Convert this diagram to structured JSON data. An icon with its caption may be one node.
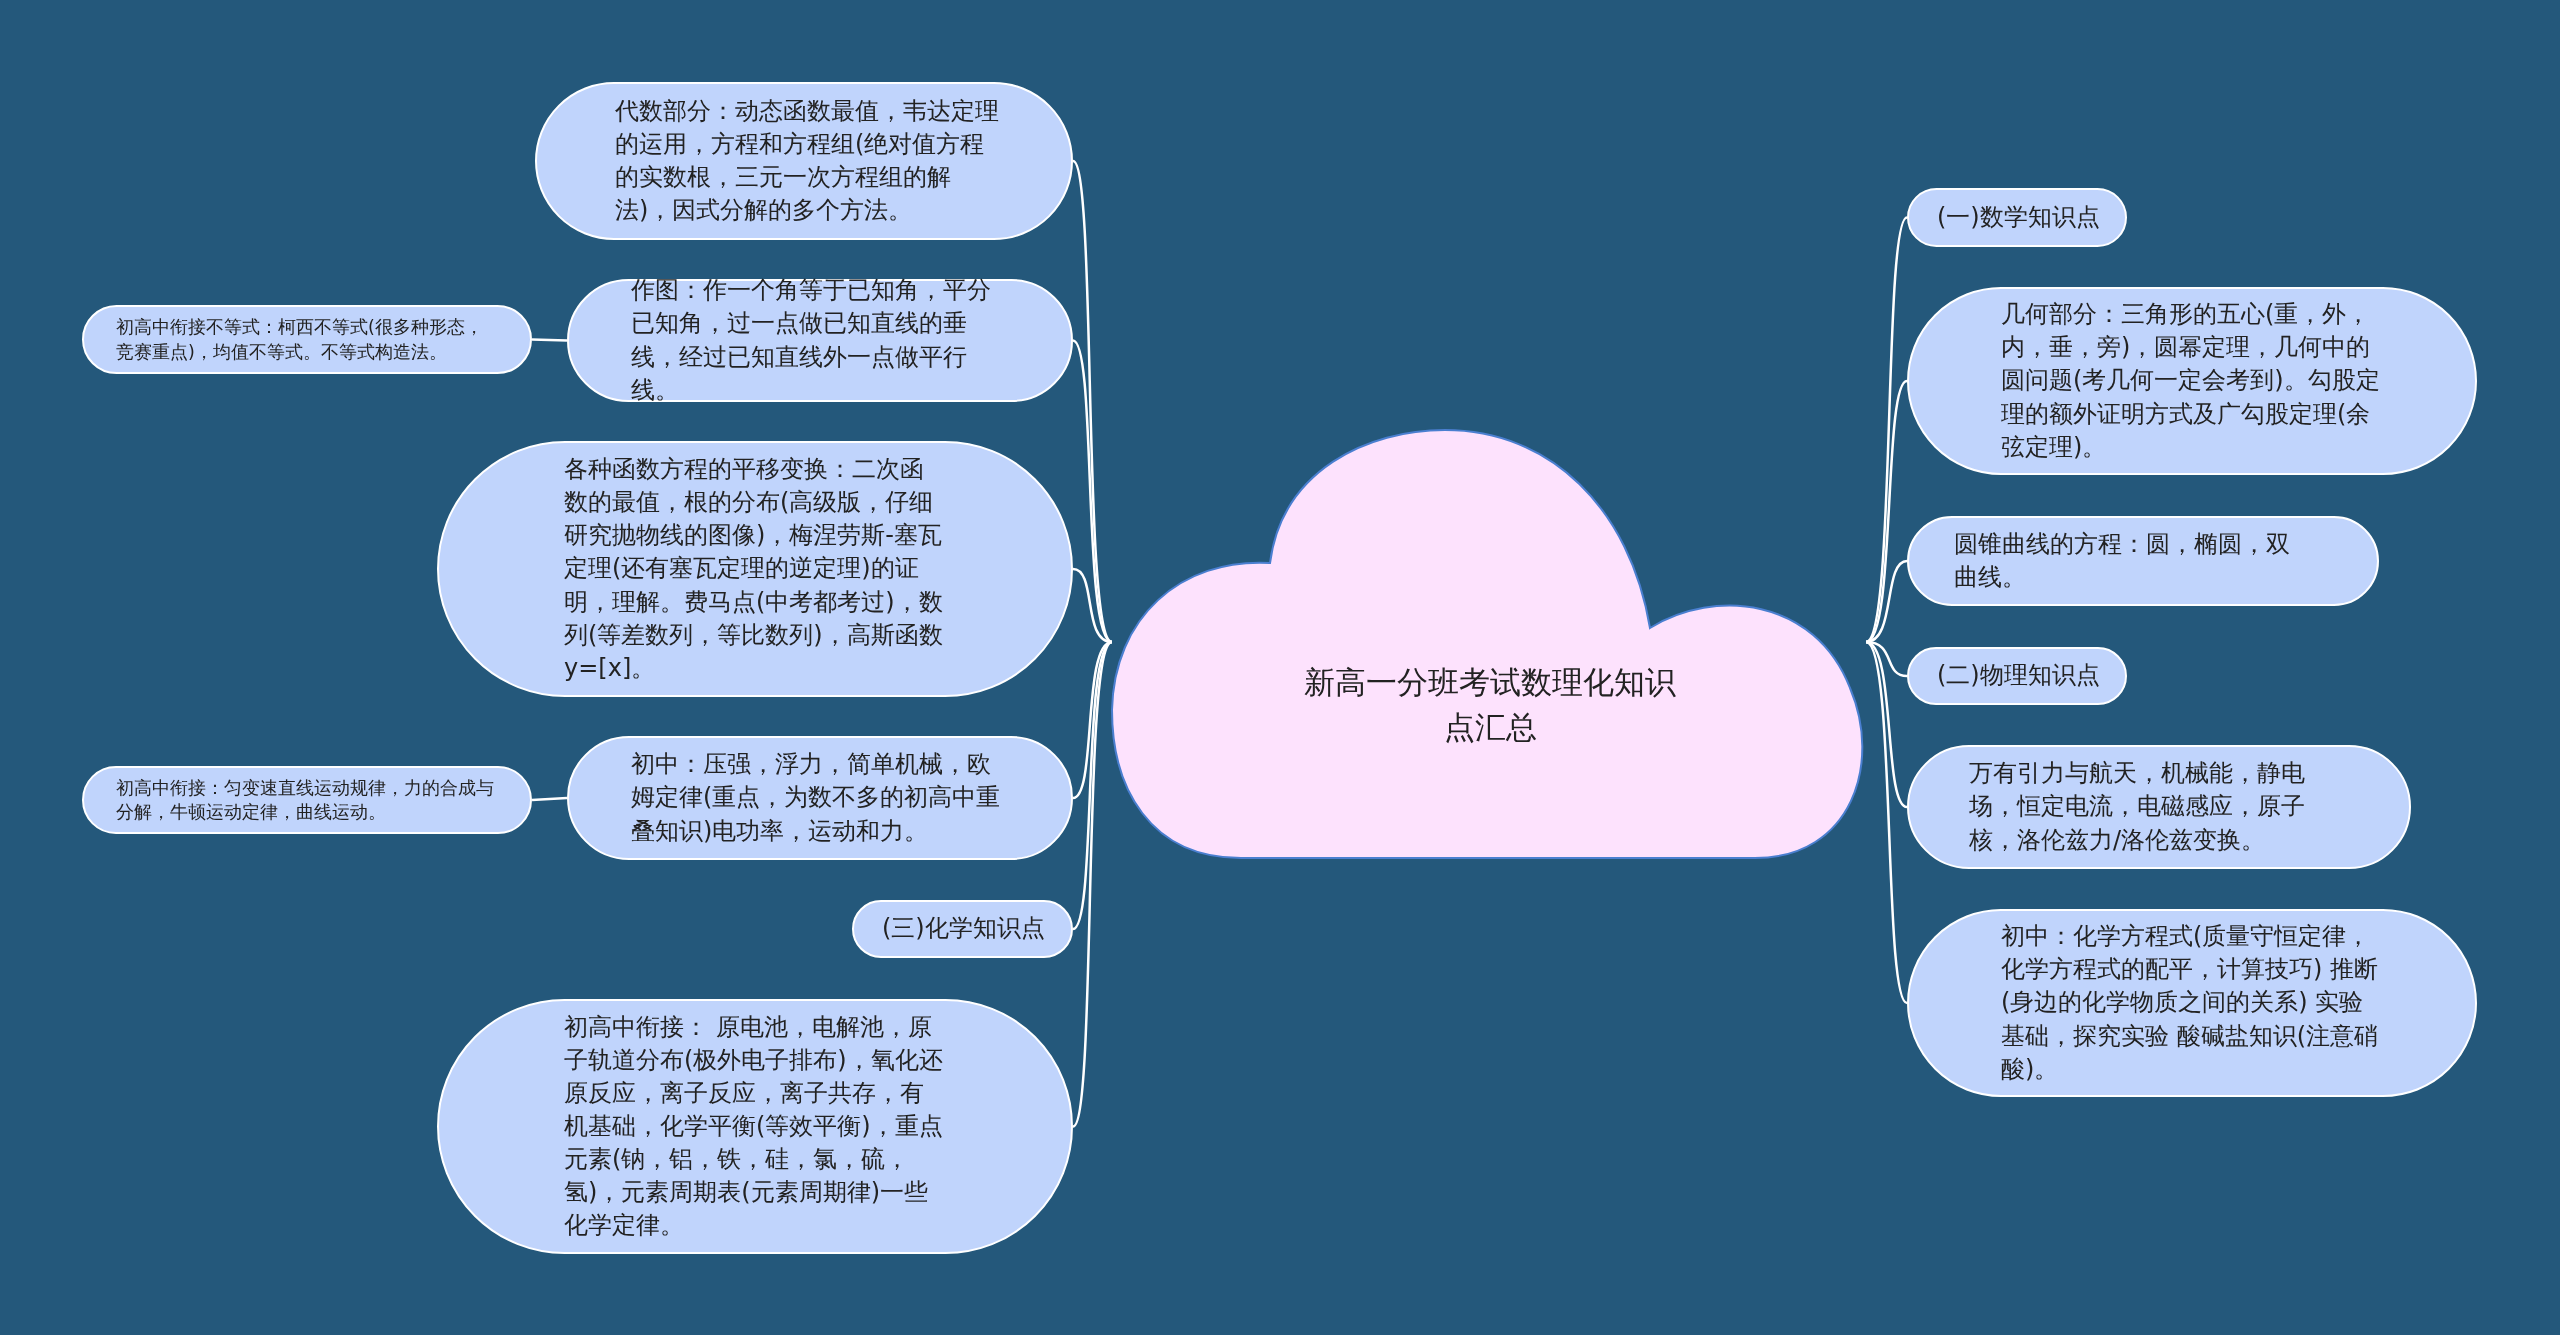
{
  "diagram": {
    "nodes": [
      {
        "text": [
          "新高一分班考试数理化知识点汇总"
        ]
      },
      {
        "text": [
          "代数部分：动态函数最值，韦达定理的运用，方程和方程组(绝对值方程的实数根，三元一次方程组的解法)，因式分解的多个方法。"
        ]
      },
      {
        "text": [
          "作图：作一个角等于已知角，平分已知角，过一点做已知直线的垂线，经过已知直线外一点做平行线。"
        ]
      },
      {
        "text": [
          "初高中衔接不等式：柯西不等式(很多种形态，竞赛重点)，均值不等式。不等式构造法。"
        ]
      },
      {
        "text": [
          "各种函数方程的平移变换：二次函数的最值，根的分布(高级版，仔细研究抛物线的图像)，梅涅劳斯-塞瓦定理(还有塞瓦定理的逆定理)的证明，理解。费马点(中考都考过)，数列(等差数列，等比数列)，高斯函数y=[x]。"
        ]
      },
      {
        "text": [
          "初中：压强，浮力，简单机械，欧姆定律(重点，为数不多的初高中重叠知识)电功率，运动和力。"
        ]
      },
      {
        "text": [
          "初高中衔接：匀变速直线运动规律，力的合成与分解，牛顿运动定律，曲线运动。"
        ]
      },
      {
        "text": [
          "(三)化学知识点"
        ]
      },
      {
        "text": [
          "初高中衔接： 原电池，电解池，原子轨道分布(极外电子排布)，氧化还原反应，离子反应，离子共存，有机基础，化学平衡(等效平衡)，重点元素(钠，铝，铁，硅，氯，硫，氢)，元素周期表(元素周期律)一些化学定律。"
        ]
      },
      {
        "text": [
          "(一)数学知识点"
        ]
      },
      {
        "text": [
          "几何部分：三角形的五心(重，外，内，垂，旁)，圆幂定理，几何中的圆问题(考几何一定会考到)。勾股定理的额外证明方式及广勾股定理(余弦定理)。"
        ]
      },
      {
        "text": [
          "圆锥曲线的方程：圆，椭圆，双曲线。"
        ]
      },
      {
        "text": [
          "(二)物理知识点"
        ]
      },
      {
        "text": [
          "万有引力与航天，机械能，静电场，恒定电流，电磁感应，原子核，洛伦兹力/洛伦兹变换。"
        ]
      },
      {
        "text": [
          "初中：化学方程式(质量守恒定律，化学方程式的配平，计算技巧) 推断(身边的化学物质之间的关系) 实验基础，探究实验 酸碱盐知识(注意硝酸)。"
        ]
      }
    ],
    "edges": [
      {
        "from": 0,
        "to": 1,
        "arrow": "none"
      },
      {
        "from": 0,
        "to": 2,
        "arrow": "none"
      },
      {
        "from": 2,
        "to": 3,
        "arrow": "none"
      },
      {
        "from": 0,
        "to": 4,
        "arrow": "none"
      },
      {
        "from": 0,
        "to": 5,
        "arrow": "none"
      },
      {
        "from": 5,
        "to": 6,
        "arrow": "none"
      },
      {
        "from": 0,
        "to": 7,
        "arrow": "none"
      },
      {
        "from": 0,
        "to": 8,
        "arrow": "none"
      },
      {
        "from": 0,
        "to": 9,
        "arrow": "none"
      },
      {
        "from": 0,
        "to": 10,
        "arrow": "none"
      },
      {
        "from": 0,
        "to": 11,
        "arrow": "none"
      },
      {
        "from": 0,
        "to": 12,
        "arrow": "none"
      },
      {
        "from": 0,
        "to": 13,
        "arrow": "none"
      },
      {
        "from": 0,
        "to": 14,
        "arrow": "none"
      }
    ]
  }
}
